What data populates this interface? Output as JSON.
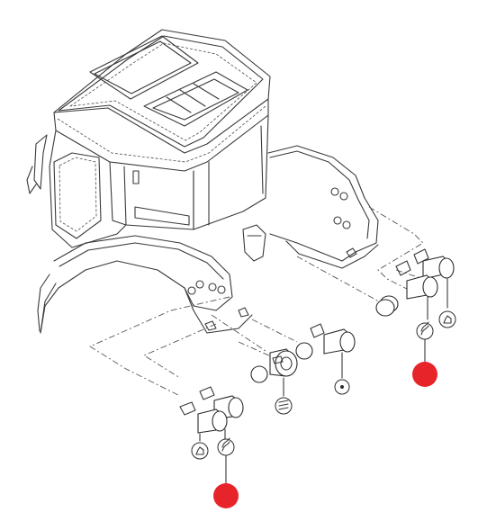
{
  "diagram": {
    "callout_color": "#e8242b",
    "line_color": "#3a3a3a",
    "background": "#ffffff",
    "callouts": [
      {
        "id": "callout-right",
        "marker": "red-dot"
      },
      {
        "id": "callout-left",
        "marker": "red-dot"
      }
    ],
    "symbols": [
      {
        "id": "oil-can-symbol-right",
        "icon": "oil-can-icon"
      },
      {
        "id": "hydraulic-symbol-right",
        "icon": "hydraulic-fluid-icon"
      },
      {
        "id": "oil-can-symbol-left",
        "icon": "oil-can-icon"
      },
      {
        "id": "hydraulic-symbol-left",
        "icon": "hydraulic-fluid-icon"
      },
      {
        "id": "spring-symbol-center",
        "icon": "spring-icon"
      },
      {
        "id": "dot-symbol-center",
        "icon": "dot-icon"
      }
    ]
  }
}
